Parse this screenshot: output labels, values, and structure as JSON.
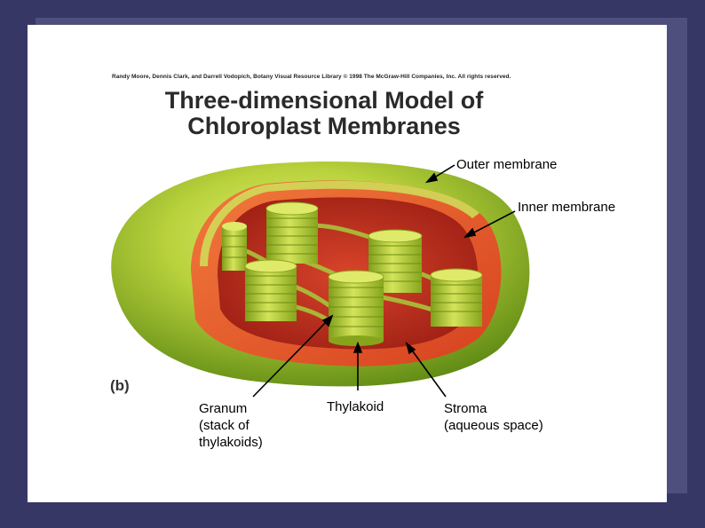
{
  "credit": "Randy Moore, Dennis Clark, and Darrell Vodopich, Botany Visual Resource Library © 1998 The McGraw-Hill Companies, Inc. All rights reserved.",
  "title": {
    "line1": "Three-dimensional Model of",
    "line2": "Chloroplast Membranes"
  },
  "panel_letter": "(b)",
  "labels": {
    "outer_membrane": "Outer membrane",
    "inner_membrane": "Inner membrane",
    "granum": [
      "Granum",
      "(stack of",
      "thylakoids)"
    ],
    "thylakoid": "Thylakoid",
    "stroma": [
      "Stroma",
      "(aqueous space)"
    ]
  },
  "colors": {
    "background": "#373766",
    "outer_membrane": "#a9c82e",
    "inner_membrane": "#e8532b",
    "stroma": "#c8311f",
    "thylakoid": "#b7d03a"
  }
}
